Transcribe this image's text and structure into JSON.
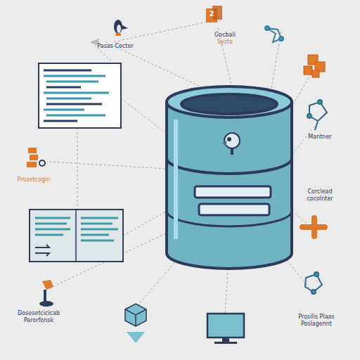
{
  "diagram": {
    "labels": [
      "Pasas Cocter",
      "2",
      "Gocbali",
      "Systa",
      "Mantner",
      "Corclead cocolnter",
      "Prosetcogin",
      "Dosesetcicicab Parorfonsk",
      "Prosilis Plaas Poslagennt"
    ]
  }
}
